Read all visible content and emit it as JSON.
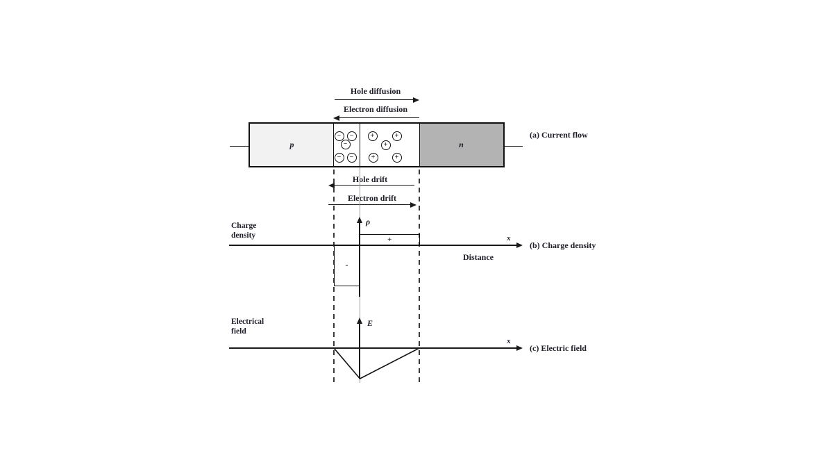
{
  "colors": {
    "p_fill": "#f2f2f2",
    "n_fill": "#b3b3b3",
    "ink": "#1d1d28"
  },
  "panel_a": {
    "caption": "(a) Current flow",
    "p_label": "p",
    "n_label": "n",
    "hole_diffusion": "Hole diffusion",
    "electron_diffusion": "Electron diffusion",
    "hole_drift": "Hole drift",
    "electron_drift": "Electron drift",
    "minus_signs": [
      "−",
      "−",
      "−",
      "−",
      "−"
    ],
    "plus_signs": [
      "+",
      "+",
      "+",
      "+",
      "+"
    ]
  },
  "panel_b": {
    "caption": "(b) Charge density",
    "axis_title": "Charge density",
    "y_symbol": "ρ",
    "x_symbol": "x",
    "x_label": "Distance",
    "plus": "+",
    "minus": "-"
  },
  "panel_c": {
    "caption": "(c) Electric field",
    "axis_title": "Electrical field",
    "y_symbol": "E",
    "x_symbol": "x"
  }
}
